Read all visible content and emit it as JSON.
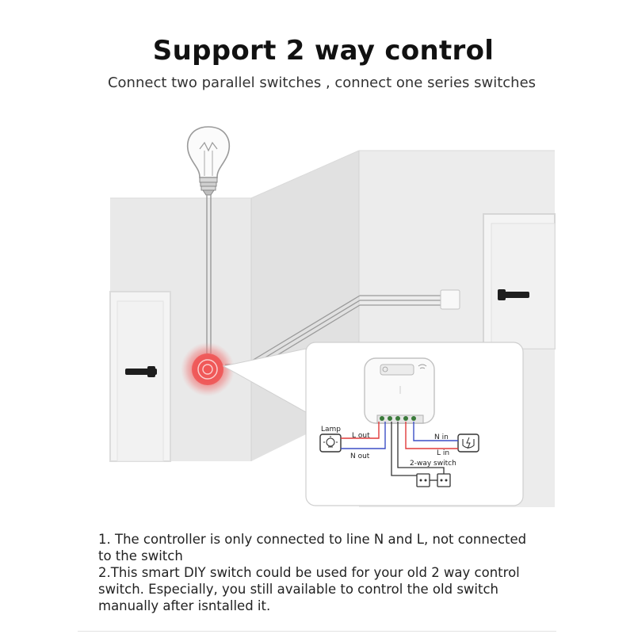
{
  "header": {
    "title": "Support 2 way control",
    "subtitle": "Connect two parallel switches , connect one series switches"
  },
  "diagram": {
    "labels": {
      "lamp": "Lamp",
      "l_out": "L out",
      "n_out": "N out",
      "n_in": "N in",
      "l_in": "L in",
      "two_way_switch": "2-way switch"
    },
    "wire_colors": {
      "red": "#e03a3a",
      "blue": "#3d4fc6",
      "dark": "#333333",
      "glow": "#f05a5a"
    }
  },
  "notes": {
    "line1": "1. The controller is only connected to line N and L, not connected to the switch",
    "line2": "2.This smart DIY switch could be used for your old 2 way control switch. Especially, you still available to control the old switch manually after isntalled it."
  }
}
